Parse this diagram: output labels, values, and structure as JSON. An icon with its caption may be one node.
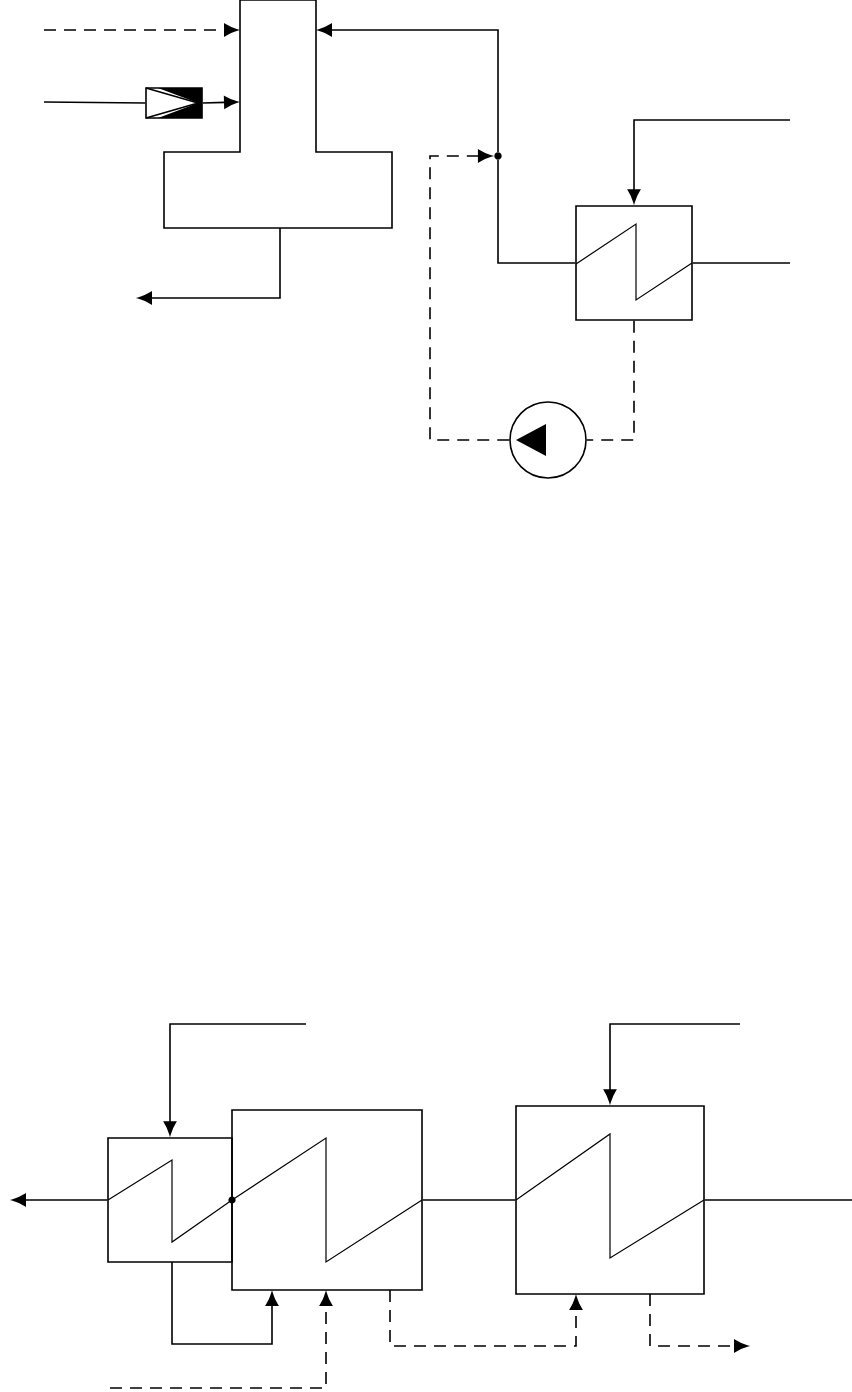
{
  "diagram": {
    "nodes": [
      {
        "text": [],
        "shape": "tank"
      },
      {
        "text": [],
        "shape": "valve"
      },
      {
        "text": [],
        "shape": "dot"
      },
      {
        "text": [],
        "shape": "box"
      },
      {
        "text": [],
        "shape": "pump"
      },
      {
        "text": [],
        "shape": "box"
      },
      {
        "text": [],
        "shape": "box"
      },
      {
        "text": [],
        "shape": "box"
      }
    ],
    "edges": [
      {
        "from": null,
        "to": 0,
        "arrow": "to",
        "style": "dashed"
      },
      {
        "from": null,
        "to": 1,
        "arrow": "none"
      },
      {
        "from": 1,
        "to": 0,
        "arrow": "to"
      },
      {
        "from": 3,
        "to": 2,
        "arrow": "none"
      },
      {
        "from": 2,
        "to": 0,
        "arrow": "to"
      },
      {
        "from": null,
        "to": 3,
        "arrow": "to"
      },
      {
        "from": 3,
        "to": null,
        "arrow": "none"
      },
      {
        "from": 3,
        "to": 4,
        "arrow": "none",
        "style": "dashed"
      },
      {
        "from": 4,
        "to": 2,
        "arrow": "to",
        "style": "dashed"
      },
      {
        "from": 0,
        "to": null,
        "arrow": "to"
      },
      {
        "from": null,
        "to": 5,
        "arrow": "to"
      },
      {
        "from": null,
        "to": 7,
        "arrow": "to"
      },
      {
        "from": 7,
        "to": null,
        "arrow": "none"
      },
      {
        "from": 7,
        "to": 6,
        "arrow": "none"
      },
      {
        "from": 5,
        "to": null,
        "arrow": "to"
      },
      {
        "from": 5,
        "to": 6,
        "arrow": "to"
      },
      {
        "from": null,
        "to": 6,
        "arrow": "to",
        "style": "dashed"
      },
      {
        "from": 6,
        "to": 7,
        "arrow": "to",
        "style": "dashed"
      },
      {
        "from": 7,
        "to": null,
        "arrow": "to",
        "style": "dashed"
      }
    ]
  }
}
